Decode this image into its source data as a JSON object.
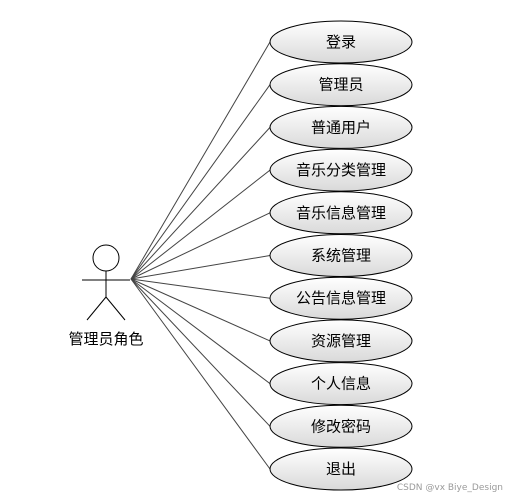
{
  "diagram": {
    "actor": {
      "label": "管理员角色",
      "icon": "stick-figure-icon"
    },
    "use_cases": [
      {
        "label": "登录"
      },
      {
        "label": "管理员"
      },
      {
        "label": "普通用户"
      },
      {
        "label": "音乐分类管理"
      },
      {
        "label": "音乐信息管理"
      },
      {
        "label": "系统管理"
      },
      {
        "label": "公告信息管理"
      },
      {
        "label": "资源管理"
      },
      {
        "label": "个人信息"
      },
      {
        "label": "修改密码"
      },
      {
        "label": "退出"
      }
    ],
    "colors": {
      "ellipse_fill_start": "#ffffff",
      "ellipse_fill_end": "#d9d9d9",
      "stroke": "#000000",
      "connector": "#444444"
    }
  },
  "watermark": "CSDN @vx Biye_Design"
}
